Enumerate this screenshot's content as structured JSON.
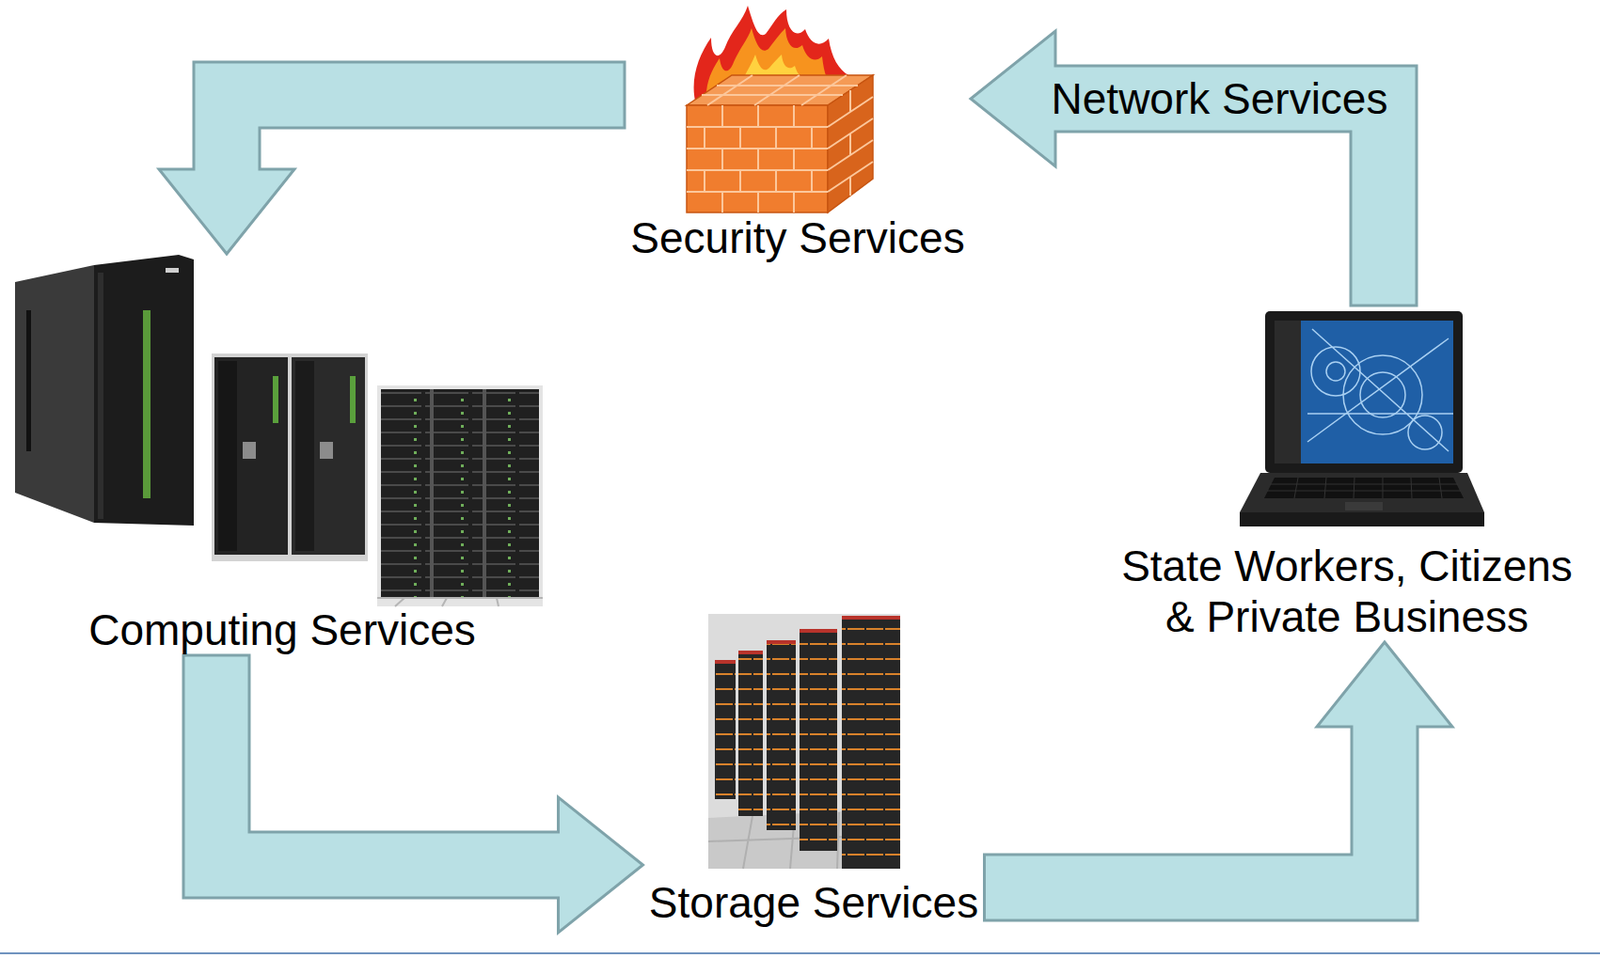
{
  "diagram": {
    "nodes": [
      {
        "text": [
          "Security Services"
        ]
      },
      {
        "text": [
          "Computing Services"
        ]
      },
      {
        "text": [
          "State Workers, Citizens & Private Business"
        ]
      },
      {
        "text": [
          "Storage Services"
        ]
      }
    ],
    "edges": [
      {
        "from": 2,
        "to": 0,
        "label": "Network Services",
        "arrow": "to"
      },
      {
        "from": 0,
        "to": 1,
        "arrow": "to"
      },
      {
        "from": 1,
        "to": 3,
        "arrow": "to"
      },
      {
        "from": 3,
        "to": 2,
        "arrow": "to"
      }
    ]
  }
}
